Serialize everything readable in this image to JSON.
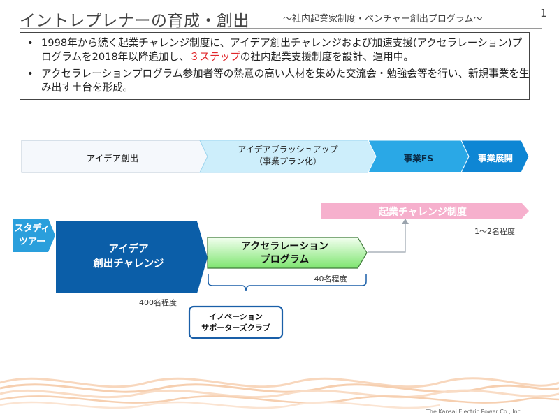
{
  "header": {
    "title": "イントレプレナーの育成・創出",
    "subtitle": "～社内起業家制度・ベンチャー創出プログラム～",
    "page_number": "1"
  },
  "summary": {
    "bullet_symbol": "•",
    "bullet1_before": "1998年から続く起業チャレンジ制度に、アイデア創出チャレンジおよび加速支援(アクセラレーション)プログラムを2018年以降追加し、",
    "bullet1_highlight": "３ステップ",
    "bullet1_after": "の社内起業支援制度を設計、運用中。",
    "bullet2": "アクセラレーションプログラム参加者等の熱意の高い人材を集めた交流会・勉強会等を行い、新規事業を生み出す土台を形成。"
  },
  "phases": [
    {
      "line1": "アイデア創出",
      "line2": ""
    },
    {
      "line1": "アイデアブラッシュアップ",
      "line2": "（事業プラン化）"
    },
    {
      "line1": "事業FS",
      "line2": ""
    },
    {
      "line1": "事業展開",
      "line2": ""
    }
  ],
  "programs": {
    "study_tour": {
      "line1": "スタディ",
      "line2": "ツアー"
    },
    "idea_challenge": {
      "line1": "アイデア",
      "line2": "創出チャレンジ",
      "count": "400名程度"
    },
    "accelerator": {
      "line1": "アクセラレーション",
      "line2": "プログラム",
      "count": "40名程度"
    },
    "venture_challenge": {
      "label": "起業チャレンジ制度",
      "count": "1～2名程度"
    },
    "supporters_club": {
      "line1": "イノベーション",
      "line2": "サポーターズクラブ"
    }
  },
  "footer": {
    "company": "The Kansai Electric Power Co., Inc."
  },
  "colors": {
    "phase1": "#f5f8fc",
    "phase2": "#cdeefb",
    "phase3": "#2aa8e6",
    "phase4": "#0e86d4",
    "study_tour": "#2a9fdc",
    "idea_challenge": "#0b5ea8",
    "accelerator_light": "#eafde0",
    "accelerator_dark": "#7ee570",
    "venture": "#f6b0cd",
    "connector": "#9aa3ad",
    "club_border": "#1a5fa8",
    "highlight": "#e0262b",
    "wave": "#f6cfb0"
  }
}
